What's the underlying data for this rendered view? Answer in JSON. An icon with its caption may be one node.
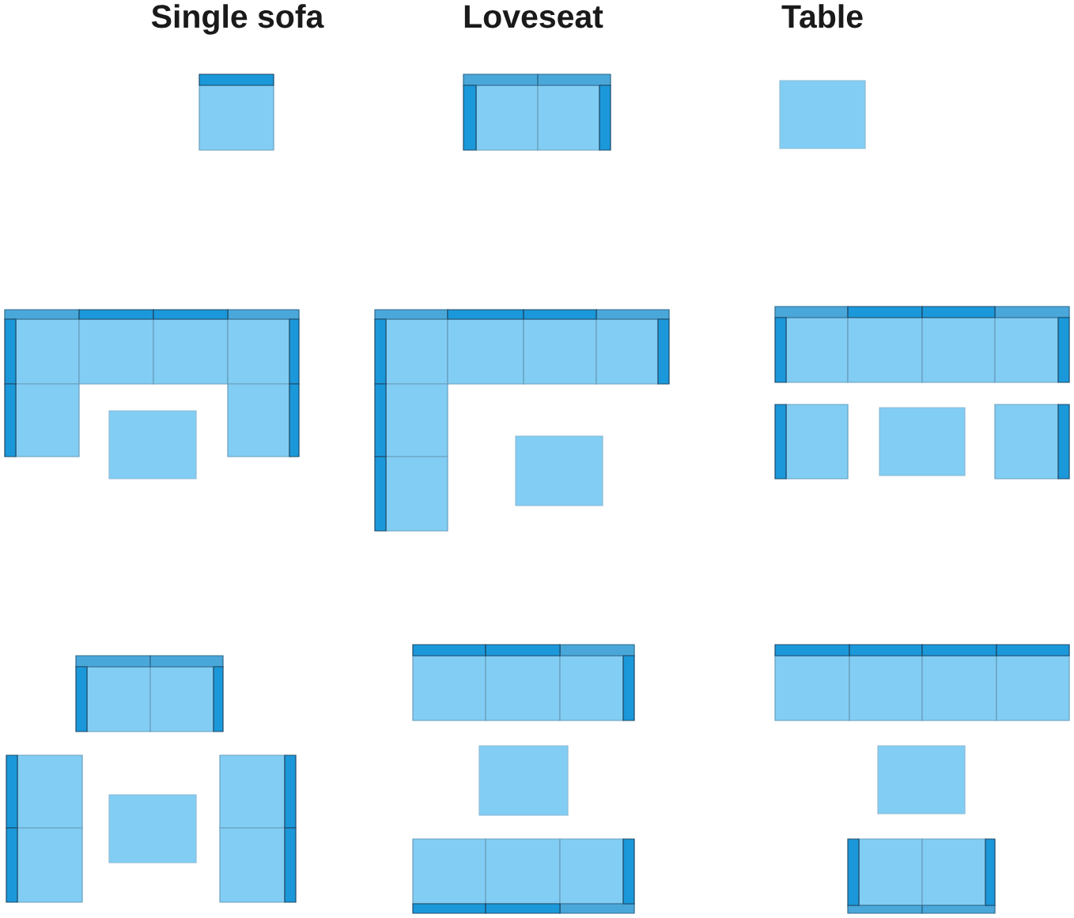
{
  "diagram": {
    "labels": [
      "Single sofa",
      "Loveseat",
      "Table"
    ]
  }
}
